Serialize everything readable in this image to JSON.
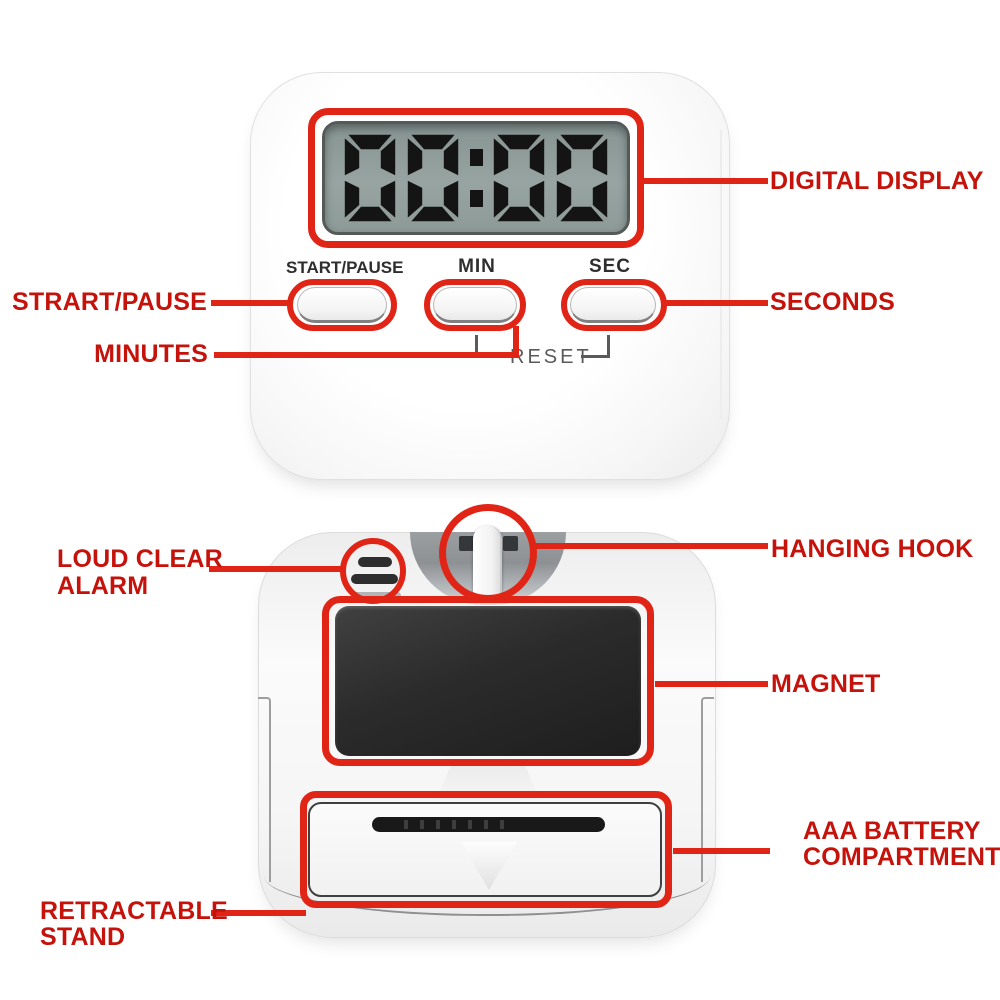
{
  "colors": {
    "annotation_text_red": "#c5120b",
    "leader_line_red": "#e02517",
    "lcd_background": "#93a09e",
    "digit_black": "#141414",
    "magnet_black": "#262626"
  },
  "front_view": {
    "display_time": "00:00",
    "start_pause_button_label": "START/PAUSE",
    "min_button_label": "MIN",
    "sec_button_label": "SEC",
    "reset_label": "RESET"
  },
  "annotations": {
    "digital_display": "DIGITAL DISPLAY",
    "start_pause": "STRART/PAUSE",
    "minutes": "MINUTES",
    "seconds": "SECONDS",
    "loud_clear_alarm_line1": "LOUD CLEAR",
    "loud_clear_alarm_line2": "ALARM",
    "hanging_hook": "HANGING HOOK",
    "magnet": "MAGNET",
    "battery_line1": "AAA BATTERY",
    "battery_line2": "COMPARTMENT",
    "stand_line1": "RETRACTABLE",
    "stand_line2": "STAND"
  }
}
